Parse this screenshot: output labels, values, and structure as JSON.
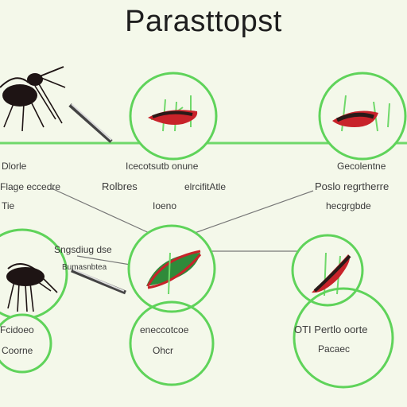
{
  "title": "Parasttopst",
  "colors": {
    "background": "#f4f8ea",
    "circle_stroke": "#5fd35a",
    "baseline": "#6fd86a",
    "connector": "#777777",
    "parasite_red": "#c8232a",
    "parasite_dark": "#2a1a18",
    "leaf_green": "#2f8a3a"
  },
  "labels": {
    "row1_left_a": "Dlorle",
    "row1_left_b": "Flage eccedre",
    "row1_left_c": "Tie",
    "row1_mid_a": "Icecotsutb onune",
    "row1_mid_b": "Rolbres",
    "row1_mid_c": "elrcifitAtle",
    "row1_mid_d": "Ioeno",
    "row1_right_a": "Gecolentne",
    "row1_right_b": "Poslo regrtherre",
    "row1_right_c": "hecgrgbde",
    "row2_left_a": "Sngsdiug dse",
    "row2_left_b": "Bumasnbtea",
    "row2_bl_a": "Fcidoeo",
    "row2_bl_b": "Coorne",
    "row2_mid_a": "eneccotcoe",
    "row2_mid_b": "Ohcr",
    "row2_right_a": "OTI Pertlo oorte",
    "row2_right_b": "Pacaec"
  },
  "icons": {
    "mosquito_top": "mosquito-icon",
    "worm_1": "red-worm-icon",
    "worm_2": "red-worm-icon",
    "mosquito_bottom": "mosquito-icon",
    "worm_3": "red-worm-on-leaf-icon",
    "worm_4": "red-worm-icon"
  }
}
